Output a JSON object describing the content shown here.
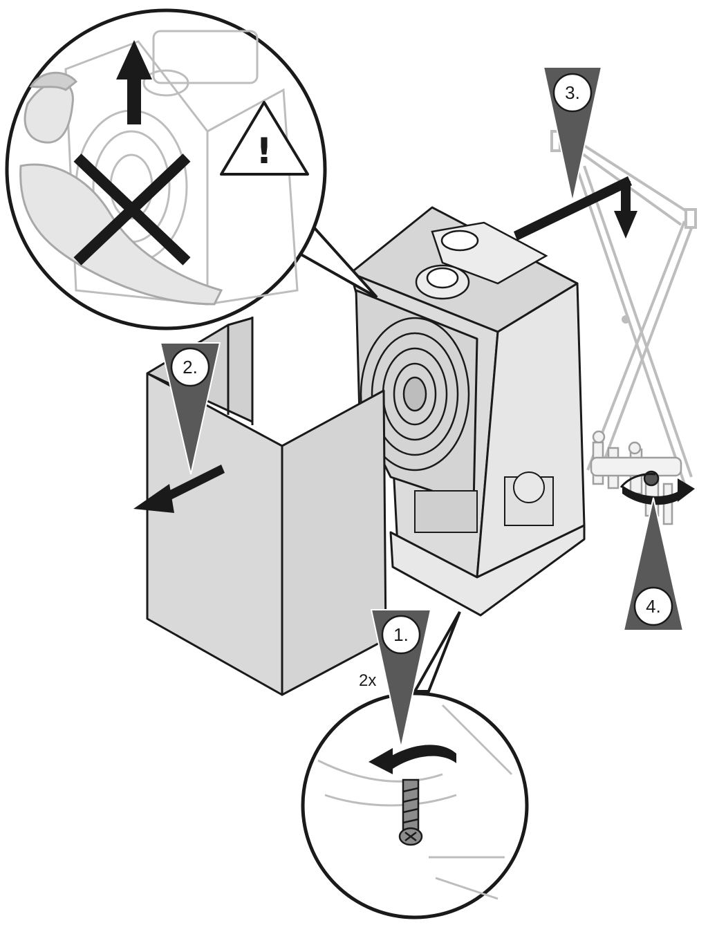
{
  "steps": [
    {
      "label": "1."
    },
    {
      "label": "2."
    },
    {
      "label": "3."
    },
    {
      "label": "4."
    }
  ],
  "quantity_label": "2x",
  "warning_symbol": "!",
  "icons": {
    "warning": "warning-triangle-icon",
    "prohibited": "cross-x-icon",
    "lift_arrow": "arrow-up-icon"
  },
  "colors": {
    "line": "#1a1a1a",
    "panel_fill": "#d9d9d9",
    "panel_side": "#cccccc",
    "triangle_fill": "#595959",
    "detail_fill": "#ffffff",
    "faint_line": "#bdbdbd"
  }
}
